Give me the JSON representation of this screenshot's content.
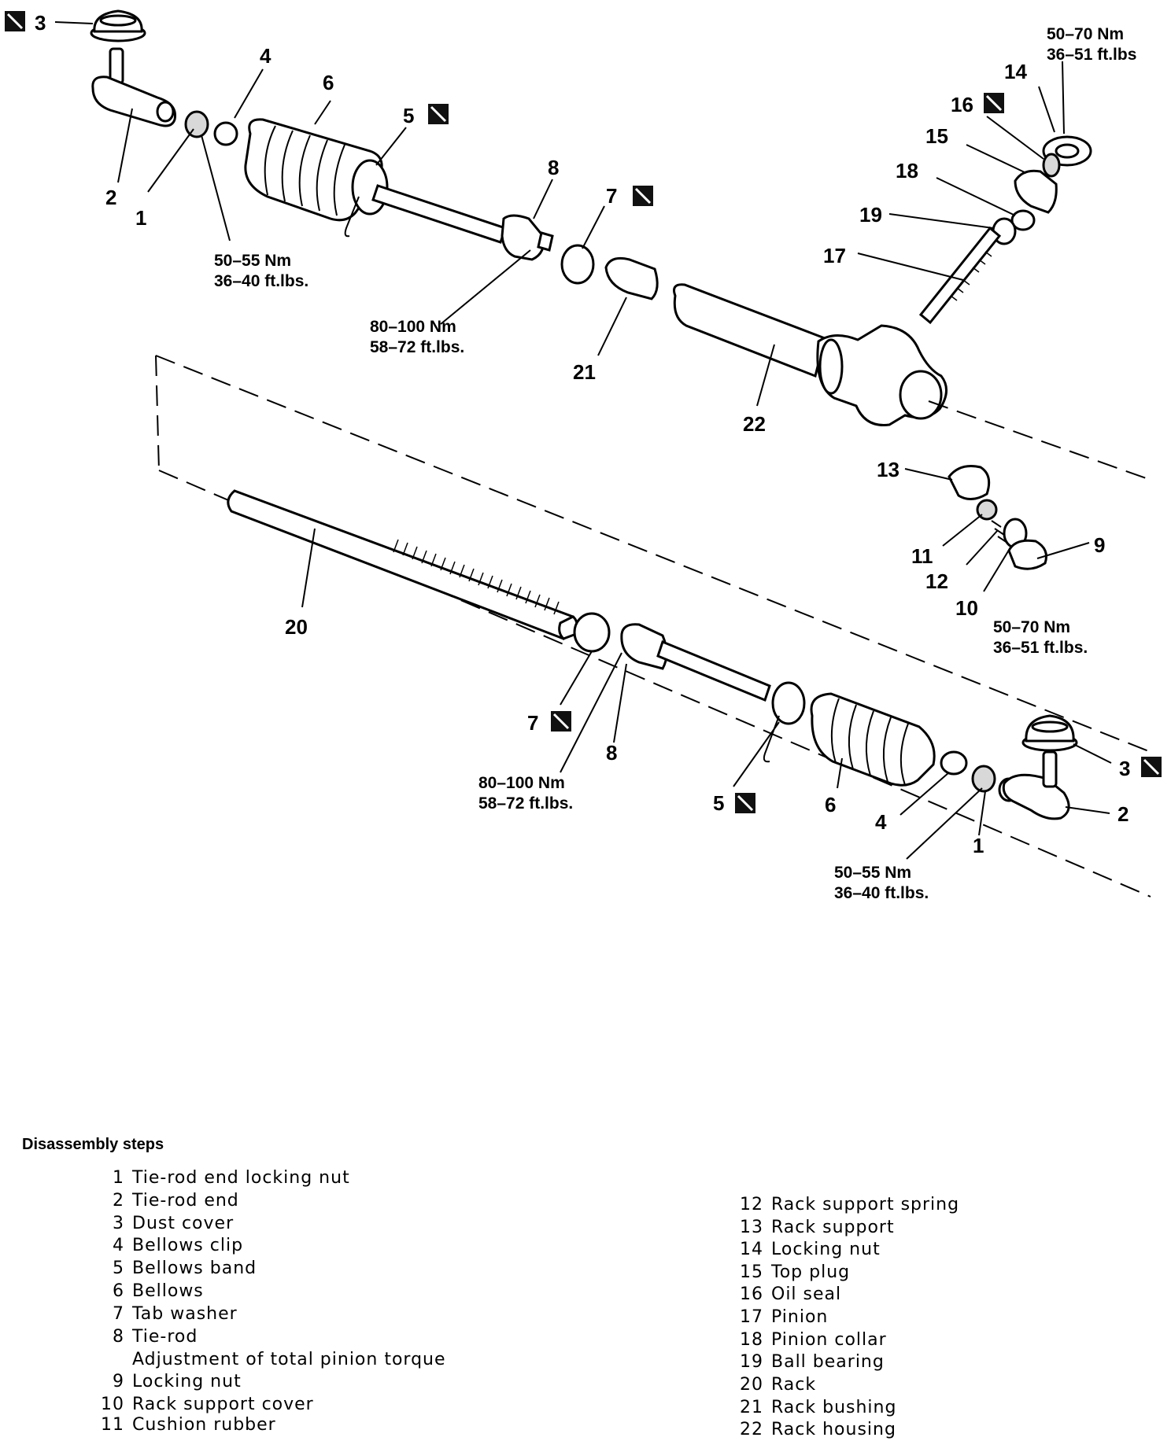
{
  "callouts": {
    "p1_left": "1",
    "p2_left": "2",
    "p3_left": "3",
    "p4_left": "4",
    "p5_left": "5",
    "p6_left": "6",
    "p7_top": "7",
    "p8_top": "8",
    "p14": "14",
    "p15": "15",
    "p16": "16",
    "p17": "17",
    "p18": "18",
    "p19": "19",
    "p20": "20",
    "p21": "21",
    "p22": "22",
    "p13": "13",
    "p11": "11",
    "p12": "12",
    "p10": "10",
    "p9": "9",
    "p7_bottom": "7",
    "p8_bottom": "8",
    "p5_bottom": "5",
    "p6_bottom": "6",
    "p4_bottom": "4",
    "p1_bottom": "1",
    "p2_bottom": "2",
    "p3_bottom": "3"
  },
  "torques": {
    "tie_rod_nut_left": [
      "50–55 Nm",
      "36–40 ft.lbs."
    ],
    "tie_rod_top": [
      "80–100 Nm",
      "58–72 ft.lbs."
    ],
    "locking_nut_top": [
      "50–70 Nm",
      "36–51 ft.lbs"
    ],
    "support_cover_nut": [
      "50–70 Nm",
      "36–51 ft.lbs."
    ],
    "tie_rod_bottom": [
      "80–100 Nm",
      "58–72 ft.lbs."
    ],
    "tie_rod_nut_right": [
      "50–55 Nm",
      "36–40 ft.lbs."
    ]
  },
  "steps": {
    "title": "Disassembly steps",
    "items": [
      {
        "num": "1",
        "label": "Tie-rod end locking nut"
      },
      {
        "num": "2",
        "label": "Tie-rod end"
      },
      {
        "num": "3",
        "label": "Dust cover"
      },
      {
        "num": "4",
        "label": "Bellows clip"
      },
      {
        "num": "5",
        "label": "Bellows band"
      },
      {
        "num": "6",
        "label": "Bellows"
      },
      {
        "num": "7",
        "label": "Tab washer"
      },
      {
        "num": "8",
        "label": "Tie-rod"
      },
      {
        "num": "",
        "label": "Adjustment of total pinion torque"
      },
      {
        "num": "9",
        "label": "Locking nut"
      },
      {
        "num": "10",
        "label": "Rack support cover"
      },
      {
        "num": "11",
        "label": "Cushion rubber"
      },
      {
        "num": "12",
        "label": "Rack support spring"
      },
      {
        "num": "13",
        "label": "Rack support"
      },
      {
        "num": "14",
        "label": "Locking nut"
      },
      {
        "num": "15",
        "label": "Top plug"
      },
      {
        "num": "16",
        "label": "Oil seal"
      },
      {
        "num": "17",
        "label": "Pinion"
      },
      {
        "num": "18",
        "label": "Pinion collar"
      },
      {
        "num": "19",
        "label": "Ball bearing"
      },
      {
        "num": "20",
        "label": "Rack"
      },
      {
        "num": "21",
        "label": "Rack bushing"
      },
      {
        "num": "22",
        "label": "Rack housing"
      }
    ]
  }
}
